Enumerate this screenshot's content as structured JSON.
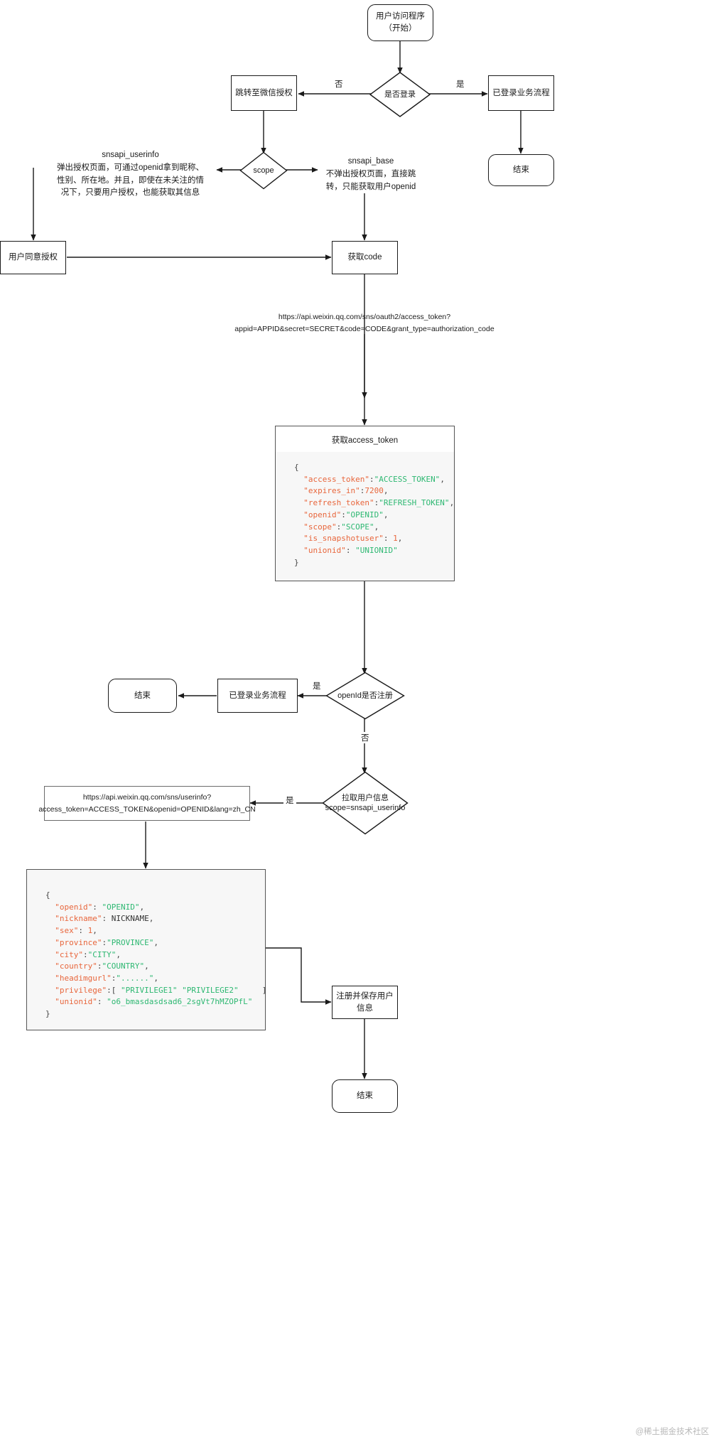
{
  "diagram": {
    "title": "微信网页授权流程图",
    "watermark": "@稀土掘金技术社区",
    "nodes": {
      "start": "用户访问程序（开始）",
      "is_login": "是否登录",
      "jump_wechat_auth": "跳转至微信授权",
      "logged_flow_top": "已登录业务流程",
      "end_top": "结束",
      "scope": "scope",
      "user_agree_auth": "用户同意授权",
      "get_code": "获取code",
      "get_access_token_title": "获取access_token",
      "openid_registered": "openId是否注册",
      "logged_flow_mid": "已登录业务流程",
      "end_mid": "结束",
      "pull_userinfo": "拉取用户信息\nscope=snsapi_userinfo",
      "userinfo_url": "https://api.weixin.qq.com/sns/userinfo?\naccess_token=ACCESS_TOKEN&openid=OPENID&lang=zh_CN",
      "register_save_user": "注册并保存用户信息",
      "end_bottom": "结束"
    },
    "edge_labels": {
      "login_no": "否",
      "login_yes": "是",
      "openid_yes": "是",
      "openid_no": "否",
      "pull_yes": "是"
    },
    "annotations": {
      "snsapi_userinfo": "snsapi_userinfo\n弹出授权页面，可通过openid拿到昵称、\n性别、所在地。并且，即使在未关注的情\n况下，只要用户授权，也能获取其信息",
      "snsapi_base": "snsapi_base\n不弹出授权页面，直接跳\n转，只能获取用户openid",
      "access_token_url": "https://api.weixin.qq.com/sns/oauth2/access_token?\nappid=APPID&secret=SECRET&code=CODE&grant_type=authorization_code"
    },
    "code_blocks": {
      "access_token_response": [
        [
          {
            "t": "punct",
            "v": "{"
          }
        ],
        [
          {
            "t": "plain",
            "v": "  "
          },
          {
            "t": "key",
            "v": "\"access_token\""
          },
          {
            "t": "punct",
            "v": ":"
          },
          {
            "t": "str",
            "v": "\"ACCESS_TOKEN\""
          },
          {
            "t": "punct",
            "v": ","
          }
        ],
        [
          {
            "t": "plain",
            "v": "  "
          },
          {
            "t": "key",
            "v": "\"expires_in\""
          },
          {
            "t": "punct",
            "v": ":"
          },
          {
            "t": "num",
            "v": "7200"
          },
          {
            "t": "punct",
            "v": ","
          }
        ],
        [
          {
            "t": "plain",
            "v": "  "
          },
          {
            "t": "key",
            "v": "\"refresh_token\""
          },
          {
            "t": "punct",
            "v": ":"
          },
          {
            "t": "str",
            "v": "\"REFRESH_TOKEN\""
          },
          {
            "t": "punct",
            "v": ","
          }
        ],
        [
          {
            "t": "plain",
            "v": "  "
          },
          {
            "t": "key",
            "v": "\"openid\""
          },
          {
            "t": "punct",
            "v": ":"
          },
          {
            "t": "str",
            "v": "\"OPENID\""
          },
          {
            "t": "punct",
            "v": ","
          }
        ],
        [
          {
            "t": "plain",
            "v": "  "
          },
          {
            "t": "key",
            "v": "\"scope\""
          },
          {
            "t": "punct",
            "v": ":"
          },
          {
            "t": "str",
            "v": "\"SCOPE\""
          },
          {
            "t": "punct",
            "v": ","
          }
        ],
        [
          {
            "t": "plain",
            "v": "  "
          },
          {
            "t": "key",
            "v": "\"is_snapshotuser\""
          },
          {
            "t": "punct",
            "v": ": "
          },
          {
            "t": "num",
            "v": "1"
          },
          {
            "t": "punct",
            "v": ","
          }
        ],
        [
          {
            "t": "plain",
            "v": "  "
          },
          {
            "t": "key",
            "v": "\"unionid\""
          },
          {
            "t": "punct",
            "v": ": "
          },
          {
            "t": "str",
            "v": "\"UNIONID\""
          }
        ],
        [
          {
            "t": "punct",
            "v": "}"
          }
        ]
      ],
      "userinfo_response": [
        [
          {
            "t": "punct",
            "v": "{"
          }
        ],
        [
          {
            "t": "plain",
            "v": "  "
          },
          {
            "t": "key",
            "v": "\"openid\""
          },
          {
            "t": "punct",
            "v": ": "
          },
          {
            "t": "str",
            "v": "\"OPENID\""
          },
          {
            "t": "punct",
            "v": ","
          }
        ],
        [
          {
            "t": "plain",
            "v": "  "
          },
          {
            "t": "key",
            "v": "\"nickname\""
          },
          {
            "t": "punct",
            "v": ": "
          },
          {
            "t": "plain",
            "v": "NICKNAME"
          },
          {
            "t": "punct",
            "v": ","
          }
        ],
        [
          {
            "t": "plain",
            "v": "  "
          },
          {
            "t": "key",
            "v": "\"sex\""
          },
          {
            "t": "punct",
            "v": ": "
          },
          {
            "t": "num",
            "v": "1"
          },
          {
            "t": "punct",
            "v": ","
          }
        ],
        [
          {
            "t": "plain",
            "v": "  "
          },
          {
            "t": "key",
            "v": "\"province\""
          },
          {
            "t": "punct",
            "v": ":"
          },
          {
            "t": "str",
            "v": "\"PROVINCE\""
          },
          {
            "t": "punct",
            "v": ","
          }
        ],
        [
          {
            "t": "plain",
            "v": "  "
          },
          {
            "t": "key",
            "v": "\"city\""
          },
          {
            "t": "punct",
            "v": ":"
          },
          {
            "t": "str",
            "v": "\"CITY\""
          },
          {
            "t": "punct",
            "v": ","
          }
        ],
        [
          {
            "t": "plain",
            "v": "  "
          },
          {
            "t": "key",
            "v": "\"country\""
          },
          {
            "t": "punct",
            "v": ":"
          },
          {
            "t": "str",
            "v": "\"COUNTRY\""
          },
          {
            "t": "punct",
            "v": ","
          }
        ],
        [
          {
            "t": "plain",
            "v": "  "
          },
          {
            "t": "key",
            "v": "\"headimgurl\""
          },
          {
            "t": "punct",
            "v": ":"
          },
          {
            "t": "str",
            "v": "\"......\""
          },
          {
            "t": "punct",
            "v": ","
          }
        ],
        [
          {
            "t": "plain",
            "v": "  "
          },
          {
            "t": "key",
            "v": "\"privilege\""
          },
          {
            "t": "punct",
            "v": ":[ "
          },
          {
            "t": "str",
            "v": "\"PRIVILEGE1\""
          },
          {
            "t": "plain",
            "v": " "
          },
          {
            "t": "str",
            "v": "\"PRIVILEGE2\""
          },
          {
            "t": "punct",
            "v": "     ],"
          }
        ],
        [
          {
            "t": "plain",
            "v": "  "
          },
          {
            "t": "key",
            "v": "\"unionid\""
          },
          {
            "t": "punct",
            "v": ": "
          },
          {
            "t": "str",
            "v": "\"o6_bmasdasdsad6_2sgVt7hMZOPfL\""
          }
        ],
        [
          {
            "t": "punct",
            "v": "}"
          }
        ]
      ]
    },
    "colors": {
      "stroke": "#1a1a1a",
      "code_key": "#e8663c",
      "code_string": "#2eb872",
      "code_bg": "#f7f7f7",
      "watermark": "#b9b9b9"
    }
  }
}
